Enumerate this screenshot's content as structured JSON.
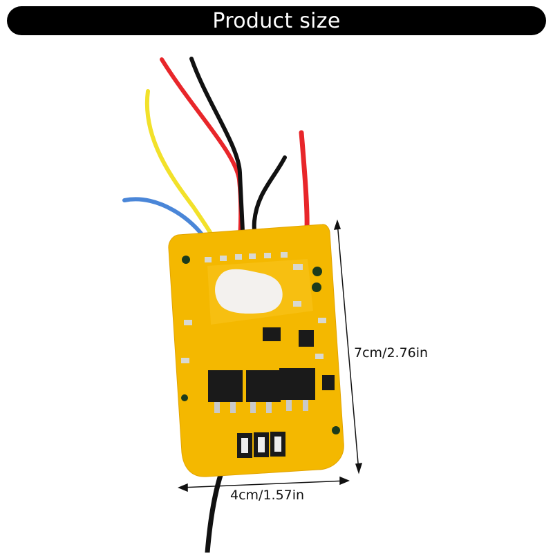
{
  "header": {
    "title": "Product size"
  },
  "dimensions": {
    "height_label": "7cm/2.76in",
    "width_label": "4cm/1.57in"
  },
  "colors": {
    "title_bar": "#000000",
    "board": "#f4b800",
    "wire_red": "#e8262a",
    "wire_black": "#111111",
    "wire_yellow": "#f2e12a",
    "wire_blue": "#4a86d8"
  }
}
